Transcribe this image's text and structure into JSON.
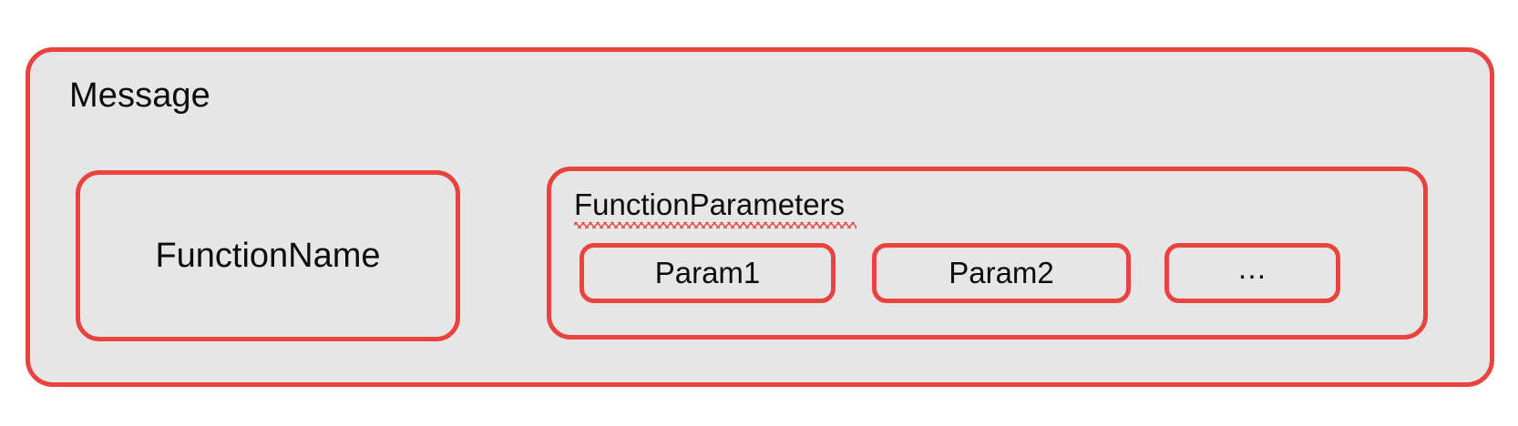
{
  "diagram": {
    "title": "Message",
    "background_color": "#FFFFFF",
    "box_fill_color": "#E6E6E6",
    "box_border_color": "#E8433F",
    "text_color": "#0C0C0C",
    "message": {
      "label": "Message",
      "children": {
        "function_name": {
          "label": "FunctionName"
        },
        "function_parameters": {
          "label": "FunctionParameters",
          "spellcheck_underline": true,
          "params": [
            {
              "label": "Param1"
            },
            {
              "label": "Param2"
            },
            {
              "label": "…"
            }
          ]
        }
      }
    }
  }
}
